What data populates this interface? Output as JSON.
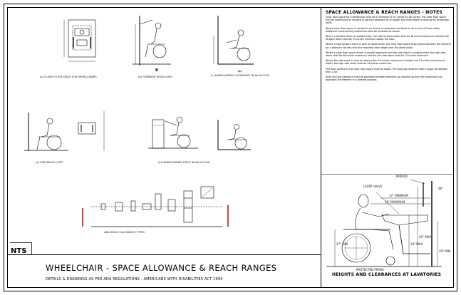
{
  "sheet": {
    "title": "WHEELCHAIR - SPACE ALLOWANCE & REACH RANGES",
    "subtitle": "DETAILS & DRAWINGS AS PER ADA REGULATIONS - AMERICANS WITH DISABILITIES ACT 1994",
    "scale_note": "NTS"
  },
  "notes": {
    "title": "SPACE ALLOWANCE & REACH RANGES - NOTES",
    "items": [
      "Clear floor space for a wheelchair shall be a minimum of 30 inches by 48 inches. The clear floor space may be positioned for forward or parallel approach to an object and shall adjoin or overlap an accessible route.",
      "Where clear floor space is located in an alcove or otherwise confined on all or part of three sides, additional maneuvering clearances shall be provided as shown.",
      "Where a forward reach is unobstructed, the high forward reach shall be 48 inches maximum and the low forward reach shall be 15 inches minimum above the floor.",
      "Where a high forward reach is over an obstruction, the clear floor space shall extend beneath the element for a distance not less than the required reach depth over the obstruction.",
      "Where a clear floor space allows a parallel approach and the side reach is unobstructed, the high side reach shall be 48 inches maximum and the low side reach shall be 15 inches minimum.",
      "Where the side reach is over an obstruction 34 inches maximum in height and 24 inches maximum in depth, the high side reach shall be 46 inches maximum.",
      "The floor surface of the clear floor space shall be stable, firm and slip resistant with a slope not steeper than 1:48.",
      "Knee and toe clearance shall be provided beneath elements as required so that the wheelchair can approach the element in a forward position."
    ]
  },
  "figures": {
    "a_caption": "(a) CLEAR FLOOR SPACE FOR WHEELCHAIRS",
    "b_caption": "(b) FORWARD REACH LIMIT",
    "c_caption": "(c) MANEUVERING CLEARANCE IN AN ALCOVE",
    "d_caption": "(d) SIDE REACH LIMIT",
    "e_caption": "(e) MANEUVERING SPACE IN AN ALCOVE",
    "f_caption": "ADA REACH ALLOWANCE TYPES",
    "letter_b": "B",
    "letter_c": "(c)"
  },
  "lavatory": {
    "title": "HEIGHTS AND CLEARANCES AT LAVATORIES",
    "mirror": "MIRROR",
    "lever_valve": "LEVER VALVE",
    "minimum_17": "17\" MINIMUM",
    "maximum_19": "19\" MAXIMUM",
    "protected_piping": "PROTECTED PIPING",
    "dim_48": "48\"",
    "dim_34": "34\" MAX.",
    "dim_29": "29\" MIN.",
    "dim_40": "40\" MAX.",
    "dim_27": "27\" MIN."
  }
}
